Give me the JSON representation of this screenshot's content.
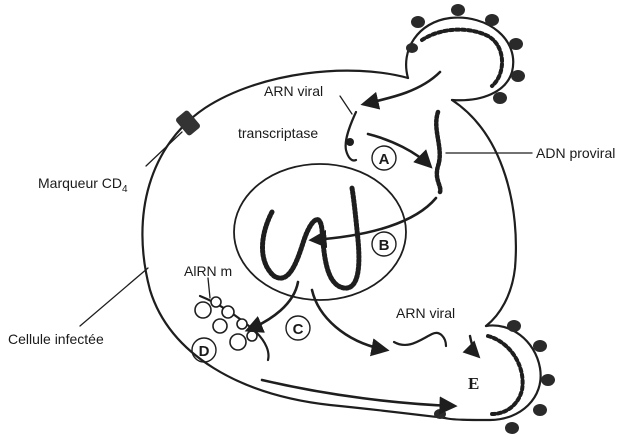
{
  "labels": {
    "arn_viral_top": "ARN viral",
    "transcriptase": "transcriptase",
    "adn_proviral": "ADN proviral",
    "marqueur_cd4": "Marqueur CD",
    "marqueur_cd4_sub": "4",
    "arn_m": "AlRN m",
    "arn_viral_bottom": "ARN viral",
    "cellule_infectee": "Cellule infectée"
  },
  "steps": {
    "a": "A",
    "b": "B",
    "c": "C",
    "d": "D",
    "e": "E"
  },
  "colors": {
    "ink": "#1e1e1e",
    "background": "#ffffff"
  }
}
